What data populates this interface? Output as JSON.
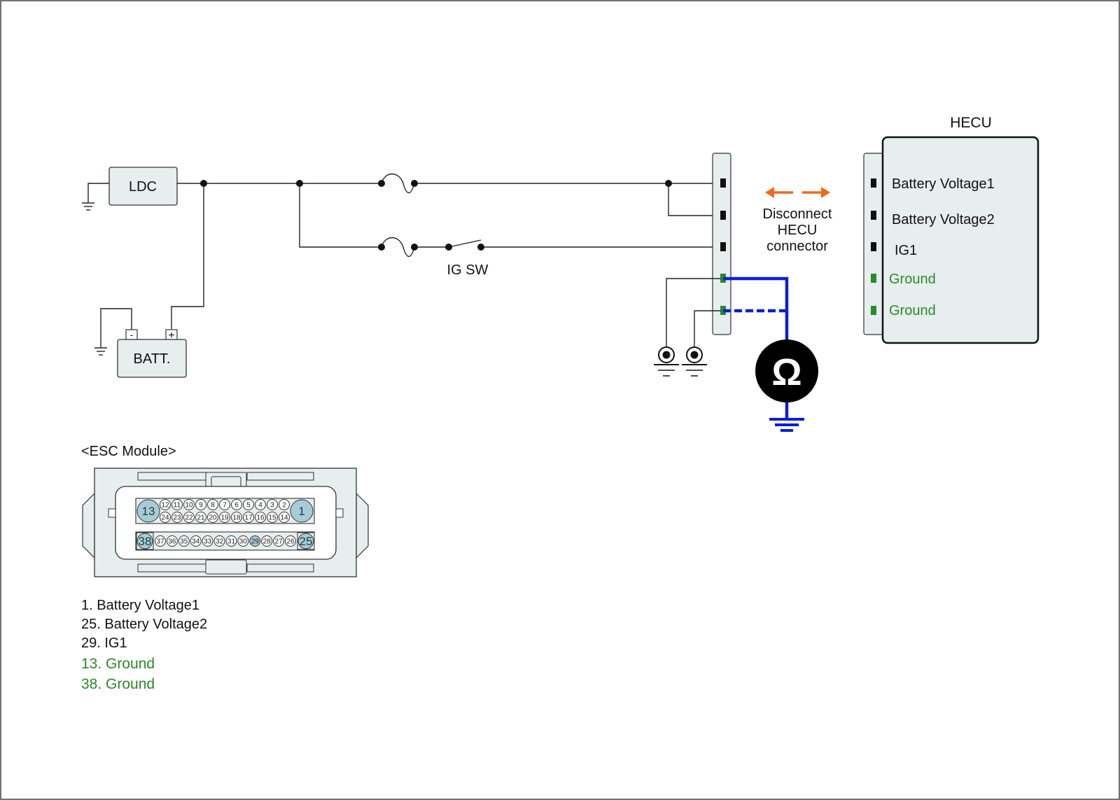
{
  "components": {
    "ldc": "LDC",
    "battery": "BATT.",
    "batt_minus": "-",
    "batt_plus": "+",
    "ig_switch": "IG SW",
    "hecu": "HECU"
  },
  "hecu_pins": [
    {
      "label": "Battery Voltage1",
      "color": "#111111"
    },
    {
      "label": "Battery Voltage2",
      "color": "#111111"
    },
    {
      "label": "IG1",
      "color": "#111111"
    },
    {
      "label": "Ground",
      "color": "#2a8a2a"
    },
    {
      "label": "Ground",
      "color": "#2a8a2a"
    }
  ],
  "instruction": {
    "line1": "Disconnect",
    "line2": "HECU",
    "line3": "connector"
  },
  "meter_symbol": "Ω",
  "esc_module": {
    "title": "<ESC Module>",
    "row1_left": "13",
    "row1_pins": [
      "12",
      "11",
      "10",
      "9",
      "8",
      "7",
      "6",
      "5",
      "4",
      "3",
      "2"
    ],
    "row1_right": "1",
    "row2_pins": [
      "24",
      "23",
      "22",
      "21",
      "20",
      "19",
      "18",
      "17",
      "16",
      "15",
      "14"
    ],
    "row3_left": "38",
    "row3_pins": [
      "37",
      "36",
      "35",
      "34",
      "33",
      "32",
      "31",
      "30",
      "29",
      "28",
      "27",
      "26"
    ],
    "row3_right": "25",
    "highlight_pin": "29"
  },
  "legend": [
    {
      "text": "1. Battery Voltage1",
      "color": "#111111"
    },
    {
      "text": "25. Battery Voltage2",
      "color": "#111111"
    },
    {
      "text": "29. IG1",
      "color": "#111111"
    },
    {
      "text": "13. Ground",
      "color": "#2a8a2a"
    },
    {
      "text": "38. Ground",
      "color": "#2a8a2a"
    }
  ],
  "colors": {
    "wire": "#222222",
    "measure_wire": "#0b1fd6",
    "arrow": "#ee6a1e",
    "box_fill": "#e6eeee",
    "pin_highlight": "#a8ccd6",
    "ground_text": "#2a8a2a"
  }
}
